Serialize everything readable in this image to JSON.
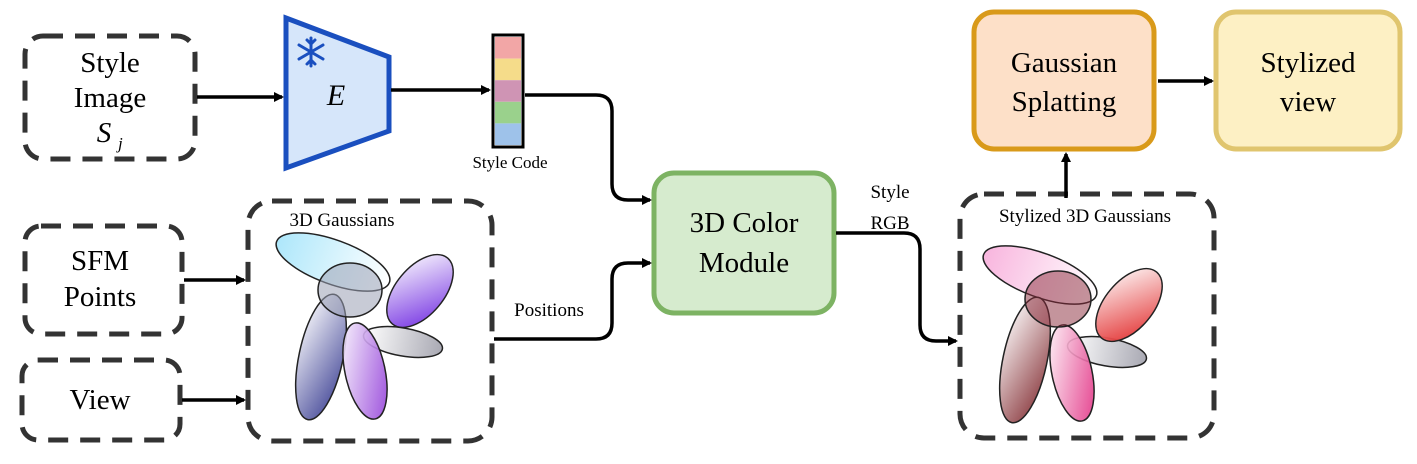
{
  "nodes": {
    "style_image": {
      "line1": "Style",
      "line2": "Image",
      "symbol": "S",
      "subscript": "j"
    },
    "encoder": {
      "label": "E",
      "icon": "snowflake-icon",
      "fill": "#d6e6fa",
      "stroke": "#1a4fbf"
    },
    "style_code": {
      "label": "Style Code",
      "colors": [
        "#f2a6a6",
        "#f5dc8a",
        "#cf94b4",
        "#9ad18c",
        "#9ec2ea"
      ]
    },
    "sfm_points": {
      "line1": "SFM",
      "line2": "Points"
    },
    "view": {
      "label": "View"
    },
    "gaussians_3d": {
      "label": "3D Gaussians"
    },
    "color_module": {
      "line1": "3D Color",
      "line2": "Module",
      "fill": "#d6ebce",
      "stroke": "#7db363"
    },
    "stylized_gaussians": {
      "label": "Stylized 3D Gaussians"
    },
    "gaussian_splatting": {
      "line1": "Gaussian",
      "line2": "Splatting",
      "fill": "#fde0c8",
      "stroke": "#d99a1a"
    },
    "stylized_view": {
      "line1": "Stylized",
      "line2": "view",
      "fill": "#fdf0c4",
      "stroke": "#e0c56e"
    }
  },
  "edges": {
    "positions": "Positions",
    "style_rgb_line1": "Style",
    "style_rgb_line2": "RGB"
  }
}
